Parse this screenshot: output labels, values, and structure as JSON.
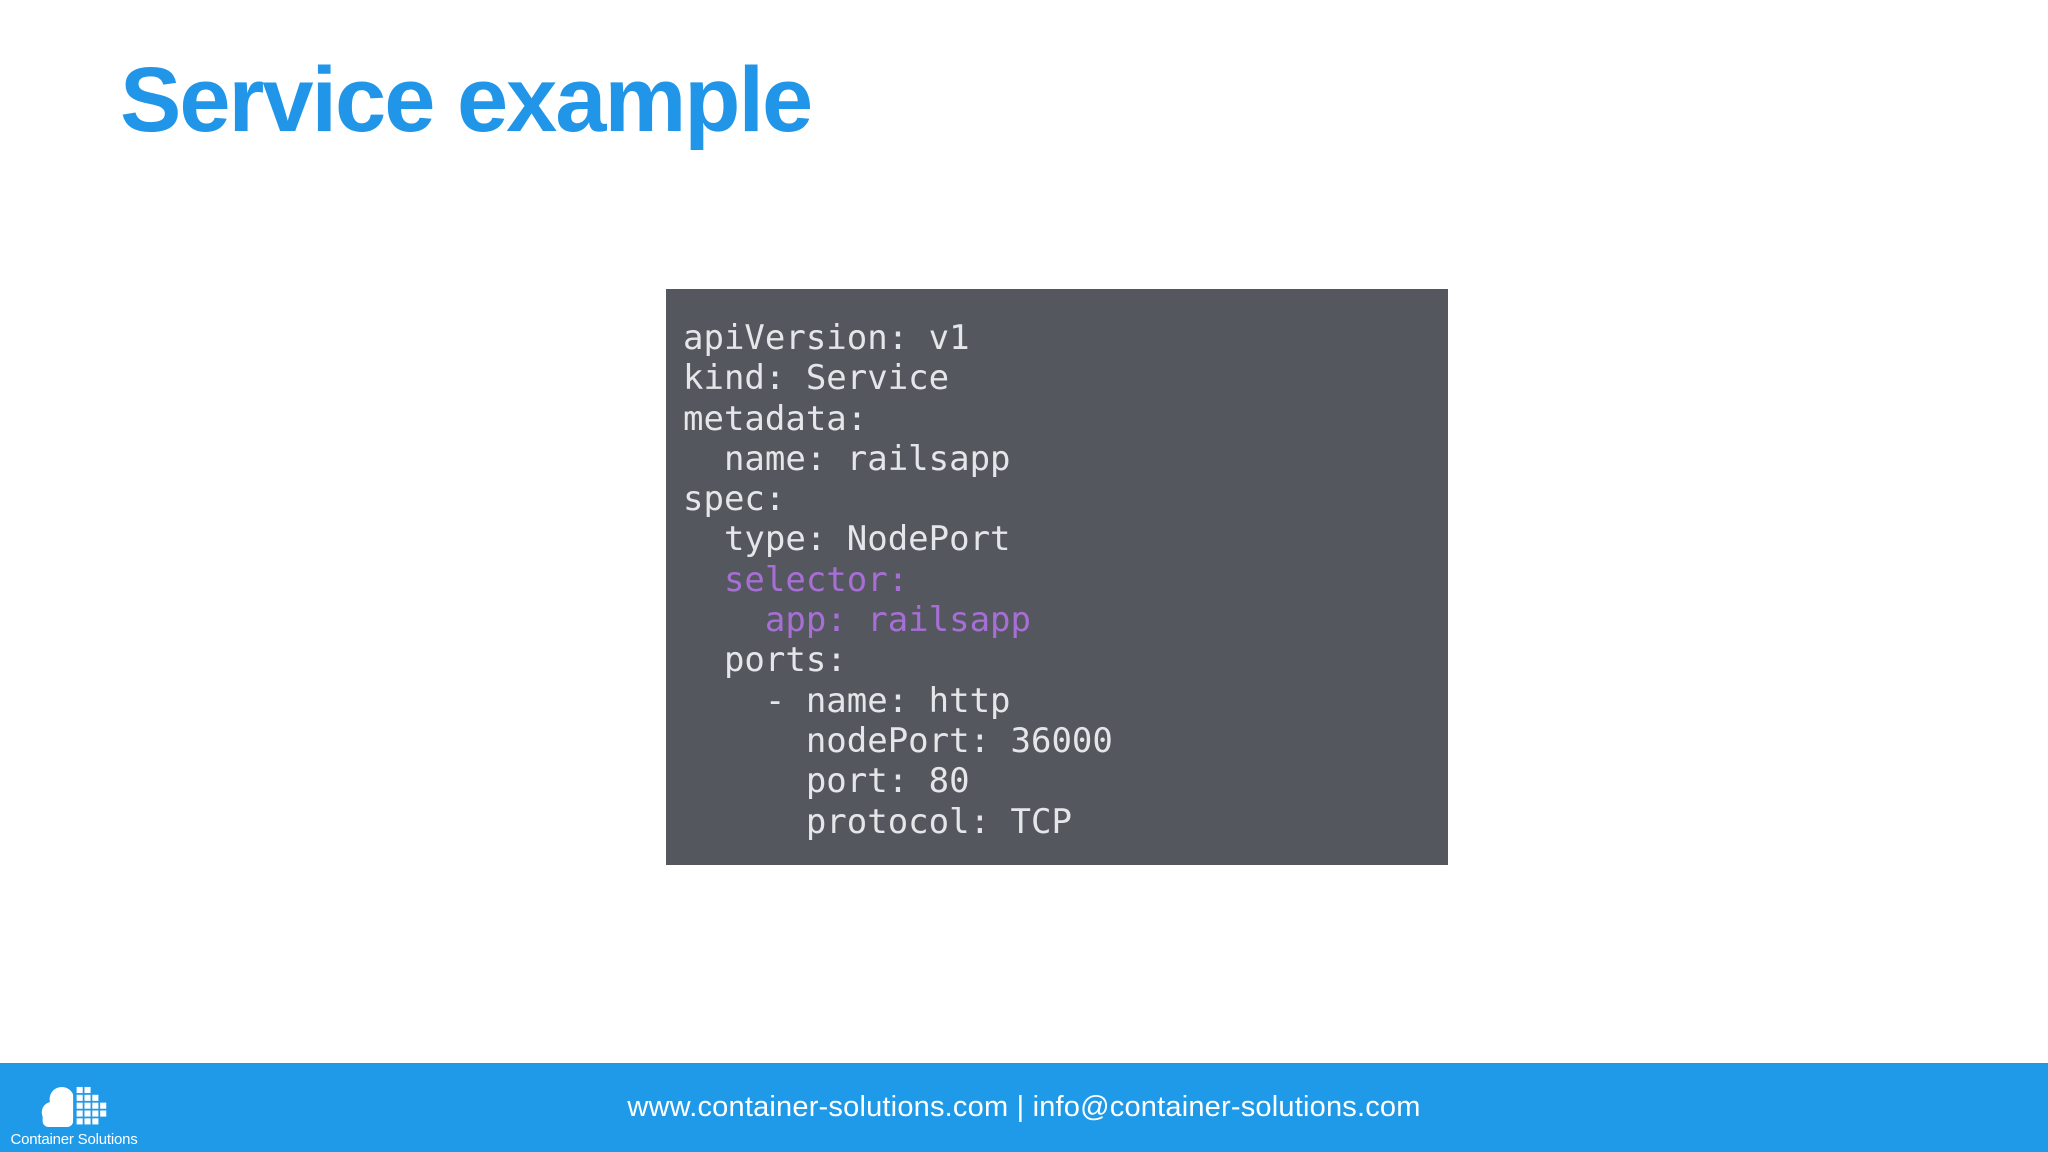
{
  "title": "Service example",
  "colors": {
    "accent_blue": "#2196E8",
    "footer_blue": "#1E9AE9",
    "code_bg": "#54575E",
    "code_text": "#E5E6E9",
    "code_highlight": "#A76FD6"
  },
  "code": {
    "language": "yaml",
    "lines": [
      "apiVersion: v1",
      "kind: Service",
      "metadata:",
      "  name: railsapp",
      "spec:",
      "  type: NodePort",
      "  selector:",
      "    app: railsapp",
      "  ports:",
      "    - name: http",
      "      nodePort: 36000",
      "      port: 80",
      "      protocol: TCP"
    ],
    "highlighted_lines": [
      6,
      7
    ],
    "values": {
      "apiVersion": "v1",
      "kind": "Service",
      "metadata_name": "railsapp",
      "spec_type": "NodePort",
      "selector_app": "railsapp",
      "port_name": "http",
      "nodePort": "36000",
      "port": "80",
      "protocol": "TCP"
    }
  },
  "footer": {
    "contact_text": "www.container-solutions.com | info@container-solutions.com",
    "logo_text": "Container Solutions"
  }
}
